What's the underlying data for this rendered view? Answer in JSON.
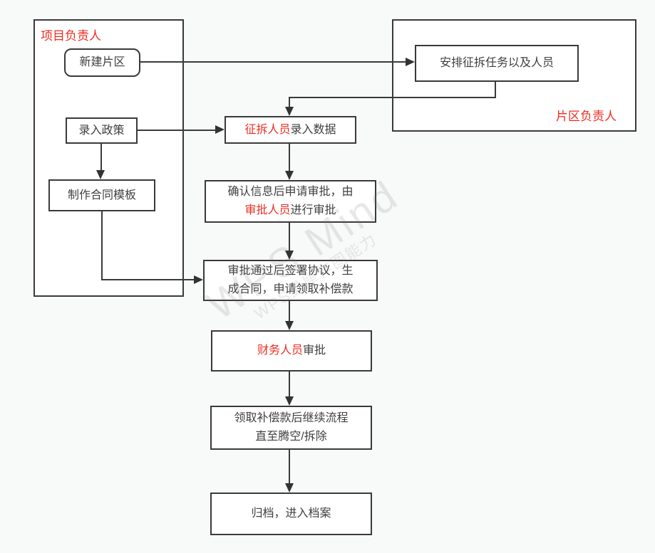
{
  "canvas": {
    "background": "#f8f9f9",
    "node_fill": "#ffffff",
    "stroke_color": "#3a3a3a",
    "text_color": "#3f3f3f",
    "accent_red": "#ed2d21"
  },
  "containers": {
    "project_owner": {
      "label": "项目负责人"
    },
    "district_owner": {
      "label": "片区负责人"
    }
  },
  "nodes": {
    "new_area": {
      "label": "新建片区"
    },
    "arrange_task": {
      "label": "安排征拆任务以及人员"
    },
    "enter_policy": {
      "label": "录入政策"
    },
    "make_template": {
      "label": "制作合同模板"
    },
    "enter_data": {
      "red": "征拆人员",
      "rest": "录入数据"
    },
    "confirm_approval": {
      "line1": "确认信息后申请审批，由",
      "red": "审批人员",
      "rest": "进行审批"
    },
    "sign_agreement": {
      "line1": "审批通过后签署协议，生",
      "line2": "成合同，申请领取补偿款"
    },
    "finance_approval": {
      "red": "财务人员",
      "rest": "审批"
    },
    "receive_compensation": {
      "line1": "领取补偿款后继续流程",
      "line2": "直至腾空/拆除"
    },
    "archive": {
      "label": "归档，进入档案"
    }
  },
  "watermark": {
    "large": "WPS Mind",
    "small": "WPS灵犀作图能力"
  }
}
